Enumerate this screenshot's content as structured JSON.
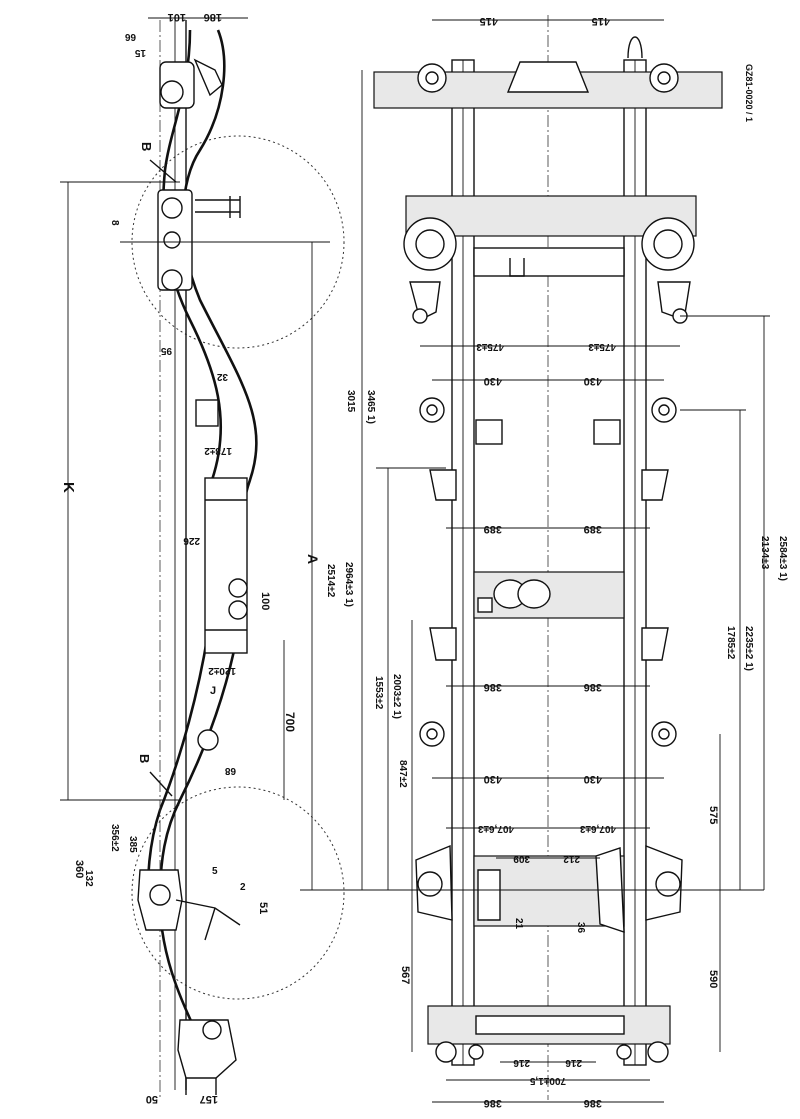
{
  "drawing_code": "GZ81-0020 / 1",
  "side_view": {
    "letters": {
      "A": "A",
      "K": "K",
      "B_top": "B",
      "B_bottom": "B",
      "J": "J"
    },
    "dims": {
      "d186": "186",
      "d101": "101",
      "d66": "66",
      "d15": "15",
      "d8": "8",
      "d95": "95",
      "d32": "32",
      "d178": "178±2",
      "d226": "226",
      "d100": "100",
      "d120": "120±2",
      "d700": "700",
      "d68": "68",
      "d356": "356±2",
      "d385": "385",
      "d360": "360",
      "d132": "132",
      "d5": "5",
      "d2": "2",
      "d51": "51",
      "d157": "157",
      "d50": "50",
      "d2514": "2514±2",
      "d2964": "2964±3 1)",
      "d3015": "3015",
      "d3465": "3465 1)"
    }
  },
  "top_view": {
    "dims": {
      "w415a": "415",
      "w415b": "415",
      "w475a": "475±3",
      "w475b": "475±3",
      "w430a": "430",
      "w430b": "430",
      "w389a": "389",
      "w389b": "389",
      "w386a": "386",
      "w386b": "386",
      "w430c": "430",
      "w430d": "430",
      "w407a": "407,6±3",
      "w407b": "407,6±3",
      "w309": "309",
      "w212": "212",
      "w216a": "216",
      "w216b": "216",
      "w700": "700±1,5",
      "w386c": "386",
      "w386d": "386",
      "v1553": "1553±2",
      "v2003": "2003±2 1)",
      "v847": "847±2",
      "v567": "567",
      "v1785": "1785±2",
      "v2235": "2235±2 1)",
      "v2134": "2134±3",
      "v2584": "2584±3 1)",
      "v575": "575",
      "v590": "590",
      "v21": "21",
      "v36": "36"
    }
  }
}
